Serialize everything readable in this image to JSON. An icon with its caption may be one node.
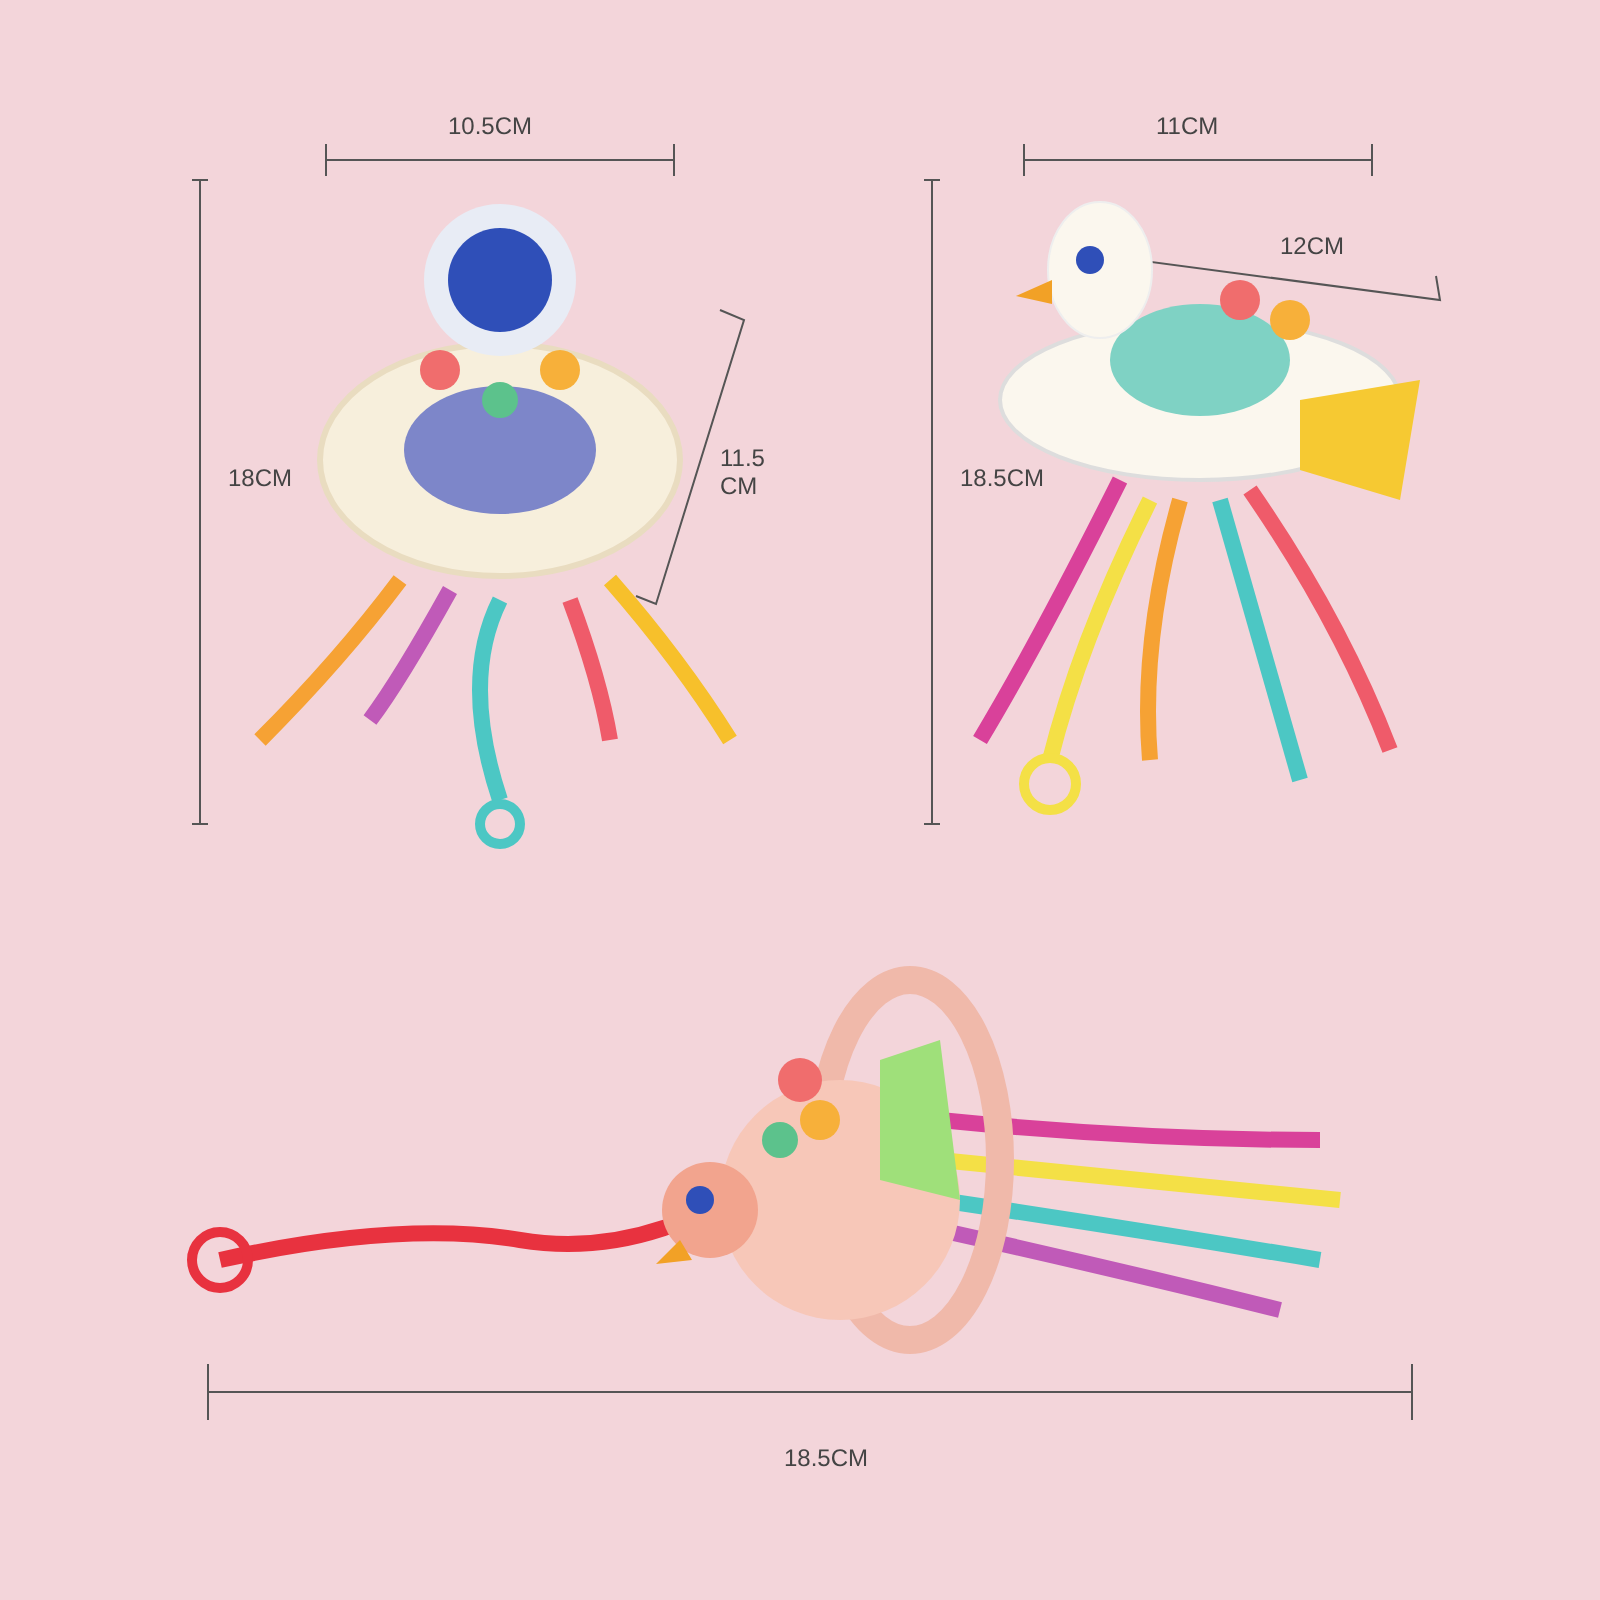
{
  "diagram": {
    "labels": [
      "10.5CM",
      "11CM",
      "12CM",
      "18CM",
      "11.5 CM",
      "18.5CM",
      "18.5CM"
    ]
  }
}
